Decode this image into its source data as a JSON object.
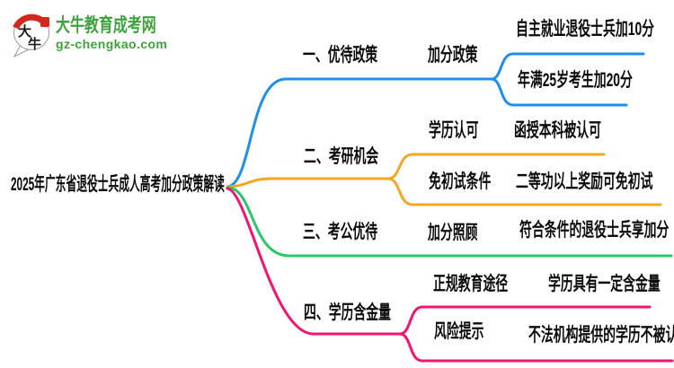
{
  "brand": {
    "icon_char_top": "大",
    "icon_char_bottom": "牛",
    "site_name": "大牛教育成考网",
    "site_domain": "gz-chengkao.com",
    "green": "#3EA23C",
    "red": "#D2281E"
  },
  "mindmap": {
    "root_label": "2025年广东省退役士兵成人高考加分政策解读",
    "branches": [
      {
        "label": "一、优待政策",
        "color": "#1E8FEA",
        "children": [
          {
            "label": "加分政策",
            "children": [
              {
                "label": "自主就业退役士兵加10分"
              },
              {
                "label": "年满25岁考生加20分"
              }
            ]
          }
        ]
      },
      {
        "label": "二、考研机会",
        "color": "#F5A623",
        "children": [
          {
            "label": "学历认可",
            "children": [
              {
                "label": "函授本科被认可"
              }
            ]
          },
          {
            "label": "免初试条件",
            "children": [
              {
                "label": "二等功以上奖励可免初试"
              }
            ]
          }
        ]
      },
      {
        "label": "三、考公优待",
        "color": "#2BC76A",
        "children": [
          {
            "label": "加分照顾",
            "children": [
              {
                "label": "符合条件的退役士兵享加分"
              }
            ]
          }
        ]
      },
      {
        "label": "四、学历含金量",
        "color": "#F31471",
        "children": [
          {
            "label": "正规教育途径",
            "children": [
              {
                "label": "学历具有一定含金量"
              }
            ]
          },
          {
            "label": "风险提示",
            "children": [
              {
                "label": "不法机构提供的学历不被认可"
              }
            ]
          }
        ]
      }
    ]
  }
}
